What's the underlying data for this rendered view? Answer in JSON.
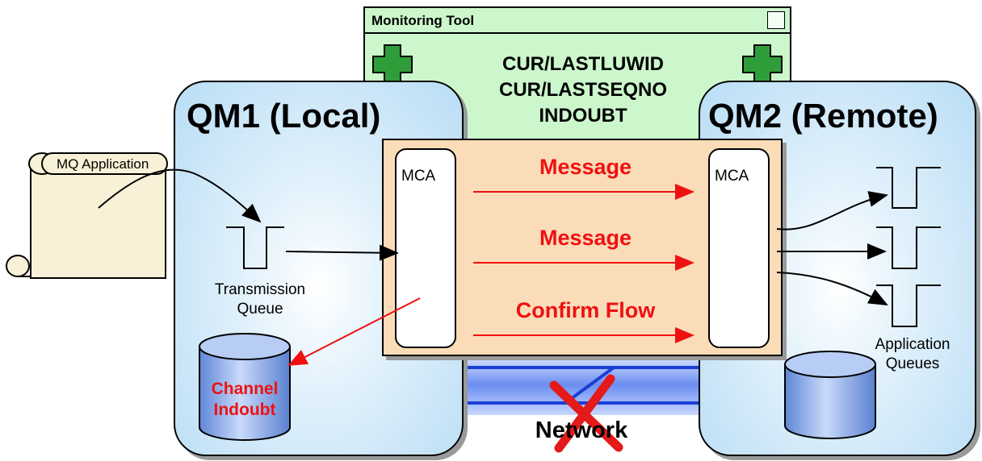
{
  "monitor": {
    "title": "Monitoring Tool",
    "lines": [
      "CUR/LASTLUWID",
      "CUR/LASTSEQNO",
      "INDOUBT"
    ]
  },
  "local_qm": {
    "title": "QM1 (Local)",
    "queue_label_1": "Transmission",
    "queue_label_2": "Queue",
    "store_label_1": "Channel",
    "store_label_2": "Indoubt"
  },
  "remote_qm": {
    "title": "QM2 (Remote)",
    "queue_label_1": "Application",
    "queue_label_2": "Queues"
  },
  "application": {
    "label": "MQ Application"
  },
  "channel": {
    "mca_left": "MCA",
    "mca_right": "MCA",
    "flows": [
      "Message",
      "Message",
      "Confirm Flow"
    ]
  },
  "network": {
    "label": "Network"
  },
  "colors": {
    "flow_text": "#ee1111",
    "qm_fill": "#b9ddf5",
    "monitor_fill": "#ccf7cc",
    "channel_fill": "#fbdcb8",
    "network_pipe": "#1a3fd6"
  }
}
